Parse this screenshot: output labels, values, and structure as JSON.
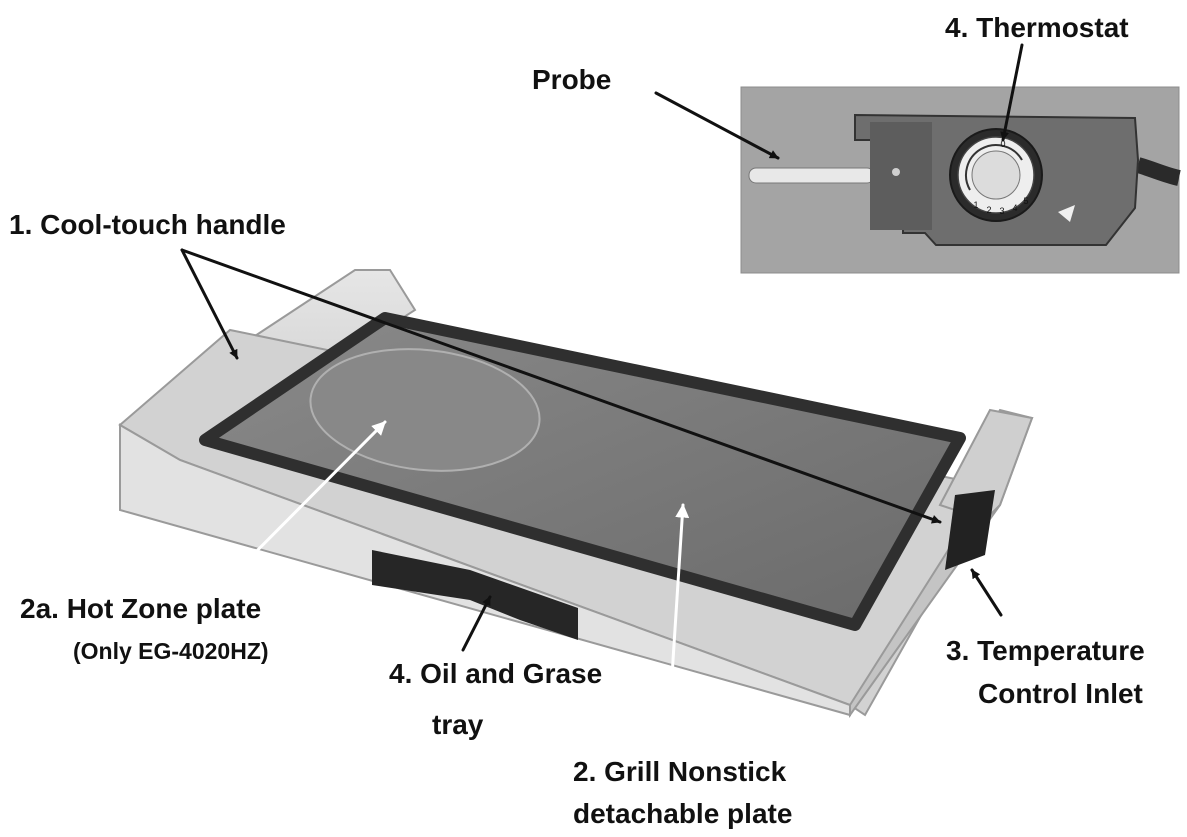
{
  "labels": {
    "thermostat": "4. Thermostat",
    "probe": "Probe",
    "handle": "1. Cool-touch handle",
    "hot_zone_line1": "2a. Hot Zone plate",
    "hot_zone_line2": "(Only EG-4020HZ)",
    "oil_tray_line1": "4.  Oil and Grase",
    "oil_tray_line2": "tray",
    "grill_plate_line1": "2.  Grill Nonstick",
    "grill_plate_line2": "detachable plate",
    "temp_inlet_line1": "3. Temperature",
    "temp_inlet_line2": "Control Inlet"
  },
  "dial_marks": [
    "0",
    "1",
    "2",
    "3",
    "4",
    "5"
  ],
  "colors": {
    "text": "#111111",
    "wood": "#dcdcdc",
    "plate": "#7a7a7a",
    "plate_rim": "#3a3a3a",
    "inset_bg": "#a8a8a8"
  }
}
